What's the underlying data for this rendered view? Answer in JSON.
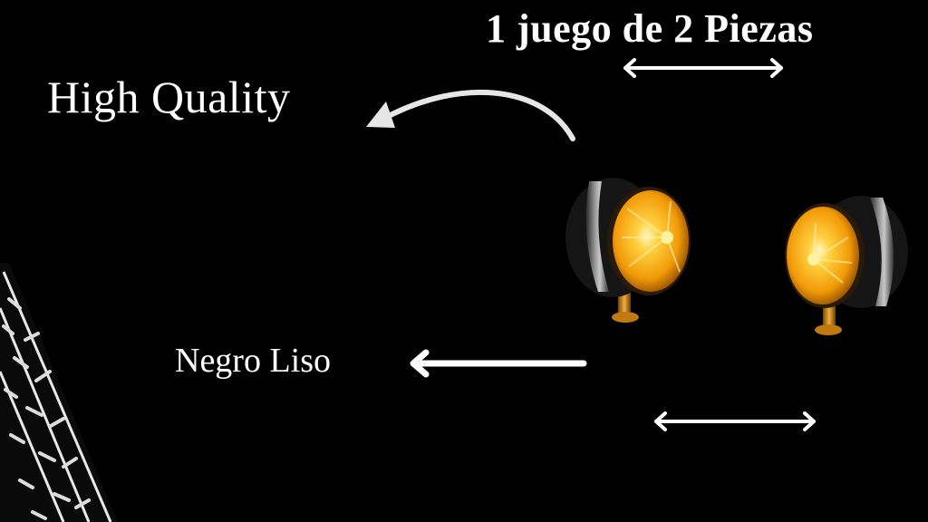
{
  "headline": "1 juego de 2 Piezas",
  "quality_label": "High  Quality",
  "color_label": "Negro Liso",
  "product": {
    "name": "amber lamp pair",
    "lens_color": "#ffa010",
    "body_color": "#1a1a1a",
    "chrome_color": "#b0b0b0"
  },
  "colors": {
    "background": "#000000",
    "text": "#ffffff",
    "arrow": "#e6e6e6"
  }
}
